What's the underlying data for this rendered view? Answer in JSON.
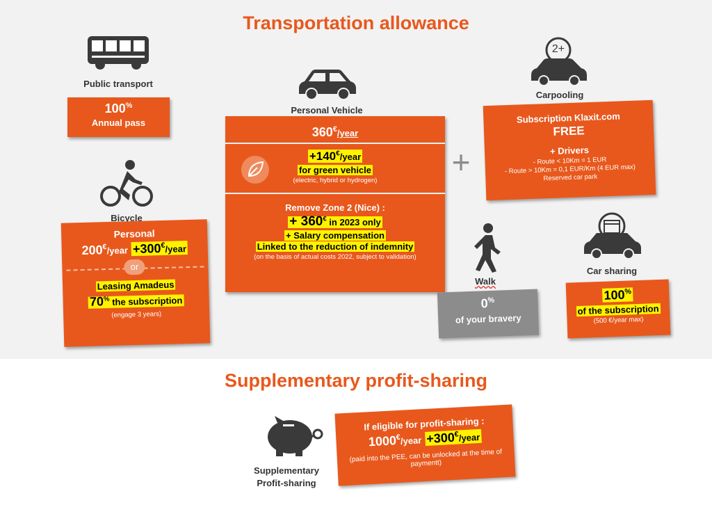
{
  "title": "Transportation allowance",
  "public_transport": {
    "label": "Public transport",
    "value": "100",
    "unit": "%",
    "desc": "Annual pass"
  },
  "bicycle": {
    "label": "Bicycle",
    "personal": "Personal",
    "amount1": "200",
    "per1": "/year",
    "amount2": "+300",
    "per2": "/year",
    "or": "or",
    "leasing": "Leasing Amadeus",
    "pct": "70",
    "pct_desc": " the subscription",
    "engage": "(engage 3 years)"
  },
  "personal_vehicle": {
    "label": "Personal Vehicle",
    "base": "360",
    "base_per": "/year",
    "green_amount": "+140",
    "green_per": "/year",
    "green_label": "for green vehicle",
    "green_note": "(electric, hybrid or hydrogen)",
    "zone_title": "Remove Zone 2 (Nice) :",
    "zone_amount": "+ 360",
    "zone_when": " in 2023 only",
    "salary": "+ Salary compensation",
    "linked": "Linked to the reduction of indemnity",
    "basis": "(on the basis of actual costs 2022, subject to validation)"
  },
  "euro": "€",
  "plus": "+",
  "carpooling": {
    "label": "Carpooling",
    "badge": "2+",
    "sub": "Subscription Klaxit.com",
    "free": "FREE",
    "drivers": "+ Drivers",
    "route1": "- Route < 10Km = 1 EUR",
    "route2": "- Route > 10Km = 0,1 EUR/Km (4 EUR max)",
    "reserved": "Reserved car park"
  },
  "walk": {
    "label": "Walk",
    "value": "0",
    "unit": "%",
    "desc": "of your bravery"
  },
  "car_sharing": {
    "label": "Car sharing",
    "value": "100",
    "unit": "%",
    "desc": "of the subscription",
    "note": "(500 €/year max)"
  },
  "profit": {
    "title": "Supplementary profit-sharing",
    "label1": "Supplementary",
    "label2": "Profit-sharing",
    "eligible": "If eligible for profit-sharing :",
    "amount1": "1000",
    "per1": "/year",
    "amount2": "+300",
    "per2": "/year",
    "note": "(paid into the PEE, can be unlocked at the time of paymentt)"
  },
  "colors": {
    "accent": "#e8581c",
    "highlight": "#fff200",
    "grey": "#8c8c8c"
  }
}
